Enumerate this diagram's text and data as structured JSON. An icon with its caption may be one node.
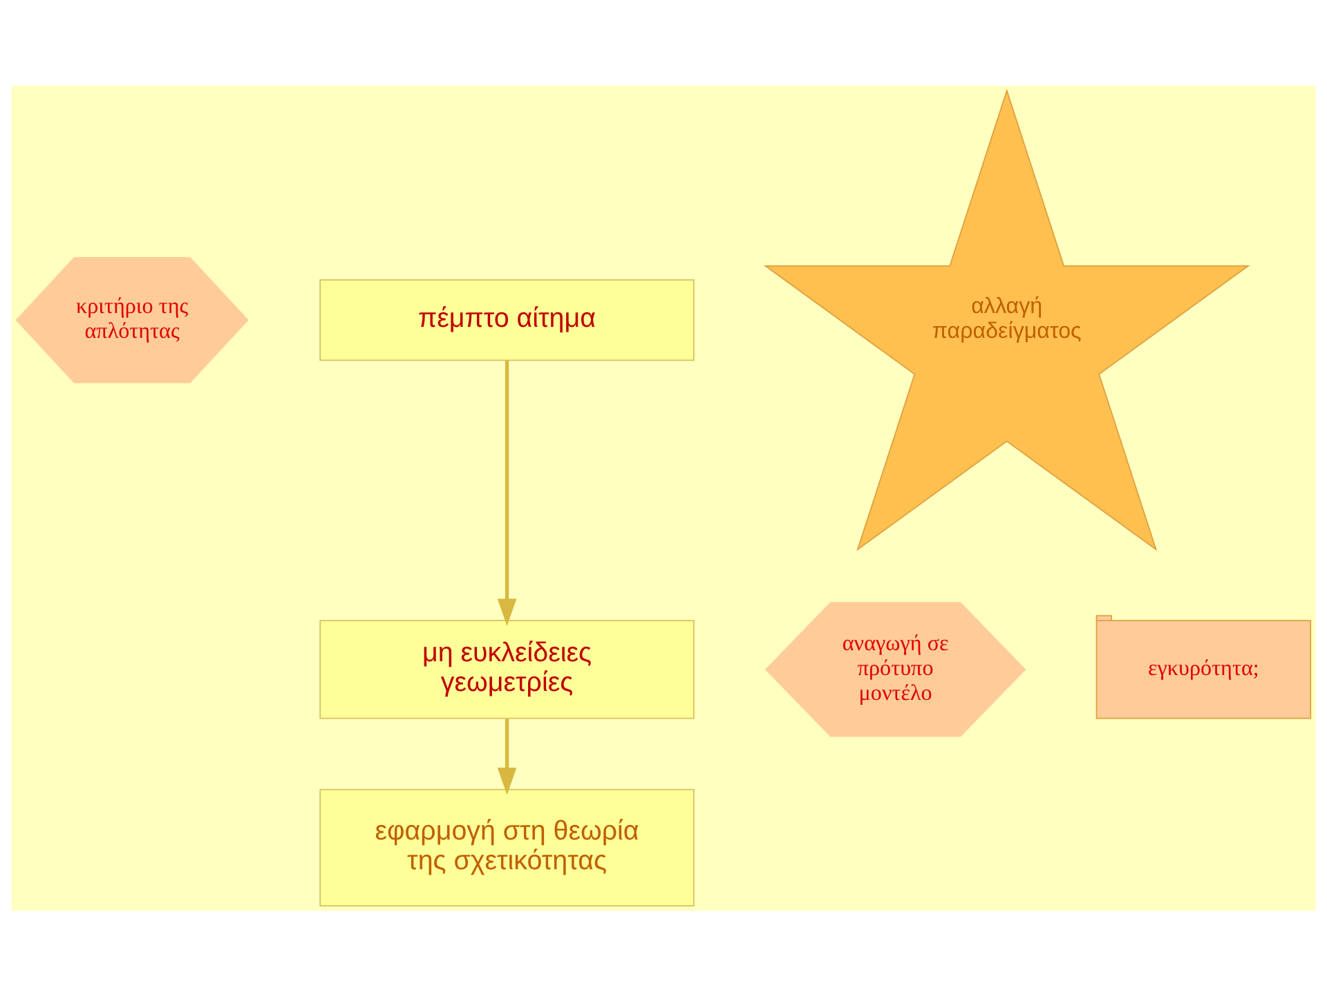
{
  "diagram": {
    "nodes": [
      {
        "text": [
          "πέμπτο αίτημα"
        ]
      },
      {
        "text": [
          "κριτήριο της απλότητας"
        ]
      },
      {
        "text": [
          "αλλαγή παραδείγματος"
        ]
      },
      {
        "text": [
          "μη ευκλείδειες γεωμετρίες"
        ]
      },
      {
        "text": [
          "αναγωγή σε πρότυπο μοντέλο"
        ]
      },
      {
        "text": [
          "εγκυρότητα;"
        ]
      },
      {
        "text": [
          "εφαρμογή στη θεωρία της σχετικότητας"
        ]
      }
    ],
    "edges": [
      {
        "from": 0,
        "to": 3,
        "arrow": "to"
      },
      {
        "from": 3,
        "to": 6,
        "arrow": "to"
      }
    ]
  }
}
